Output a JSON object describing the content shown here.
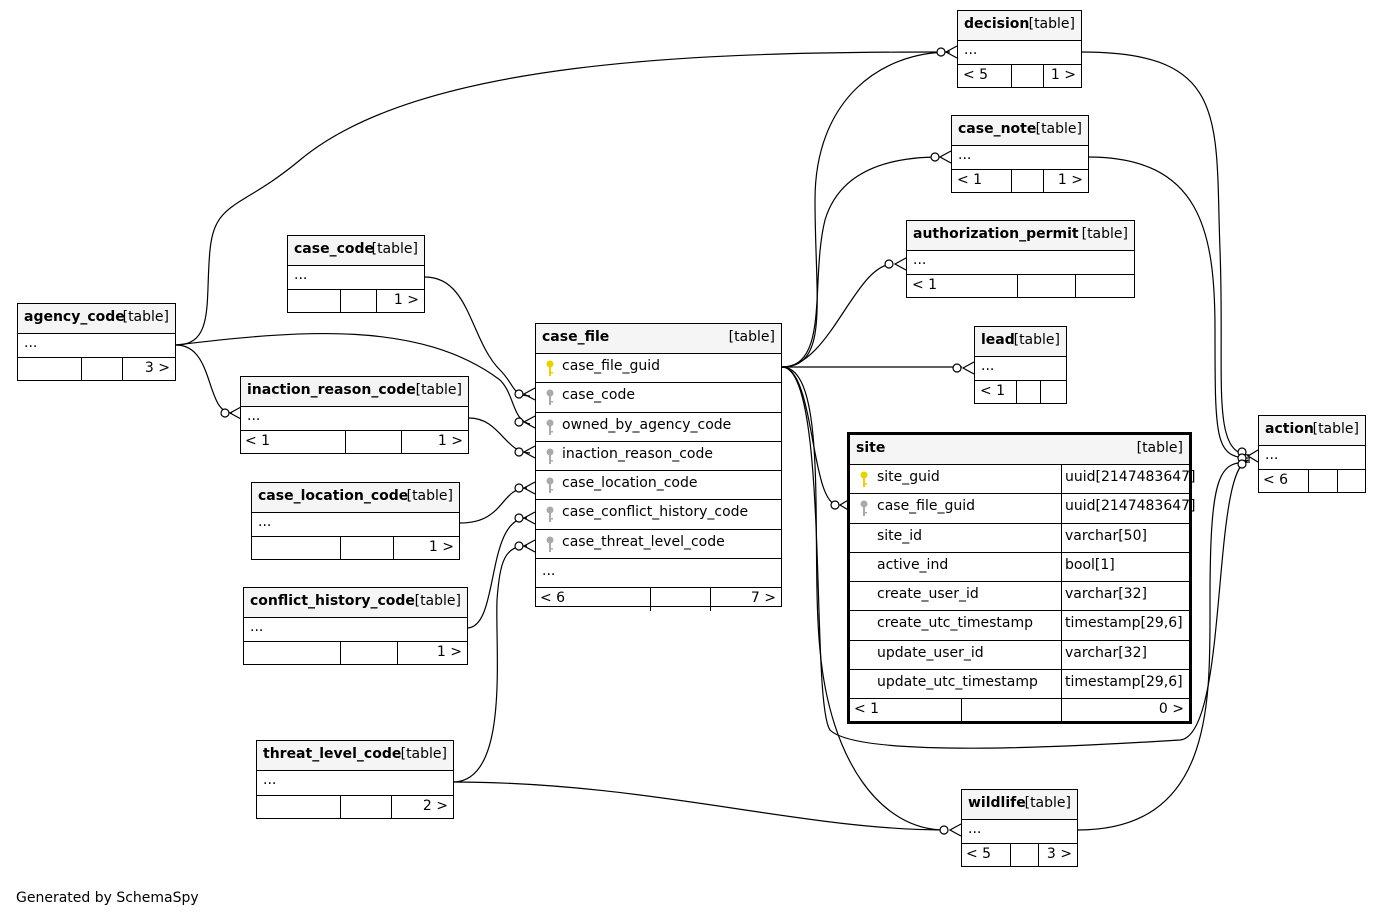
{
  "footer_text": "Generated by SchemaSpy",
  "colors": {
    "primary_key": "#e6d200",
    "foreign_key": "#aaaaaa",
    "header_bg": "#f5f5f5"
  },
  "tables": {
    "decision": {
      "name": "decision",
      "tag": "[table]",
      "row": "...",
      "left": "< 5",
      "right": "1 >"
    },
    "case_note": {
      "name": "case_note",
      "tag": "[table]",
      "row": "...",
      "left": "< 1",
      "right": "1 >"
    },
    "authorization_permit": {
      "name": "authorization_permit",
      "tag": "[table]",
      "row": "...",
      "left": "< 1",
      "right": ""
    },
    "lead": {
      "name": "lead",
      "tag": "[table]",
      "row": "...",
      "left": "< 1",
      "right": ""
    },
    "action": {
      "name": "action",
      "tag": "[table]",
      "row": "...",
      "left": "< 6",
      "right": ""
    },
    "case_code": {
      "name": "case_code",
      "tag": "[table]",
      "row": "...",
      "left": "",
      "right": "1 >"
    },
    "agency_code": {
      "name": "agency_code",
      "tag": "[table]",
      "row": "...",
      "left": "",
      "right": "3 >"
    },
    "inaction_reason_code": {
      "name": "inaction_reason_code",
      "tag": "[table]",
      "row": "...",
      "left": "< 1",
      "right": "1 >"
    },
    "case_location_code": {
      "name": "case_location_code",
      "tag": "[table]",
      "row": "...",
      "left": "",
      "right": "1 >"
    },
    "conflict_history_code": {
      "name": "conflict_history_code",
      "tag": "[table]",
      "row": "...",
      "left": "",
      "right": "1 >"
    },
    "threat_level_code": {
      "name": "threat_level_code",
      "tag": "[table]",
      "row": "...",
      "left": "",
      "right": "2 >"
    },
    "wildlife": {
      "name": "wildlife",
      "tag": "[table]",
      "row": "...",
      "left": "< 5",
      "right": "3 >"
    },
    "case_file": {
      "name": "case_file",
      "tag": "[table]",
      "columns": [
        {
          "name": "case_file_guid",
          "key": "primary"
        },
        {
          "name": "case_code",
          "key": "foreign"
        },
        {
          "name": "owned_by_agency_code",
          "key": "foreign"
        },
        {
          "name": "inaction_reason_code",
          "key": "foreign"
        },
        {
          "name": "case_location_code",
          "key": "foreign"
        },
        {
          "name": "case_conflict_history_code",
          "key": "foreign"
        },
        {
          "name": "case_threat_level_code",
          "key": "foreign"
        }
      ],
      "more": "...",
      "left": "< 6",
      "right": "7 >"
    },
    "site": {
      "name": "site",
      "tag": "[table]",
      "columns": [
        {
          "name": "site_guid",
          "type": "uuid[2147483647]",
          "key": "primary"
        },
        {
          "name": "case_file_guid",
          "type": "uuid[2147483647]",
          "key": "foreign"
        },
        {
          "name": "site_id",
          "type": "varchar[50]",
          "key": ""
        },
        {
          "name": "active_ind",
          "type": "bool[1]",
          "key": ""
        },
        {
          "name": "create_user_id",
          "type": "varchar[32]",
          "key": ""
        },
        {
          "name": "create_utc_timestamp",
          "type": "timestamp[29,6]",
          "key": ""
        },
        {
          "name": "update_user_id",
          "type": "varchar[32]",
          "key": ""
        },
        {
          "name": "update_utc_timestamp",
          "type": "timestamp[29,6]",
          "key": ""
        }
      ],
      "left": "< 1",
      "right": "0 >"
    }
  }
}
